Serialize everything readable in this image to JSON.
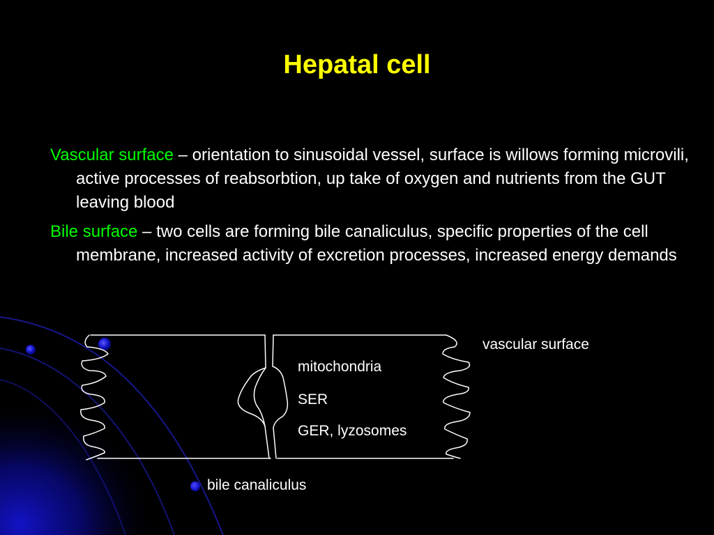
{
  "slide": {
    "title": "Hepatal cell",
    "paragraphs": [
      {
        "term": "Vascular surface",
        "text": " – orientation to sinusoidal vessel, surface is willows forming microvili, active processes of reabsorbtion, up take of oxygen and nutrients from the GUT leaving blood"
      },
      {
        "term": "Bile surface",
        "text": " – two cells are forming bile canaliculus, specific properties of the cell membrane, increased activity of excretion processes, increased energy demands"
      }
    ]
  },
  "diagram": {
    "labels": {
      "vascular_surface": "vascular surface",
      "mitochondria": "mitochondria",
      "ser": "SER",
      "ger": "GER, lyzosomes",
      "bile_canaliculus": "bile canaliculus"
    }
  },
  "colors": {
    "background": "#000000",
    "title": "#ffff00",
    "term": "#00ff00",
    "body_text": "#ffffff",
    "accent_blue": "#1a1aff"
  }
}
